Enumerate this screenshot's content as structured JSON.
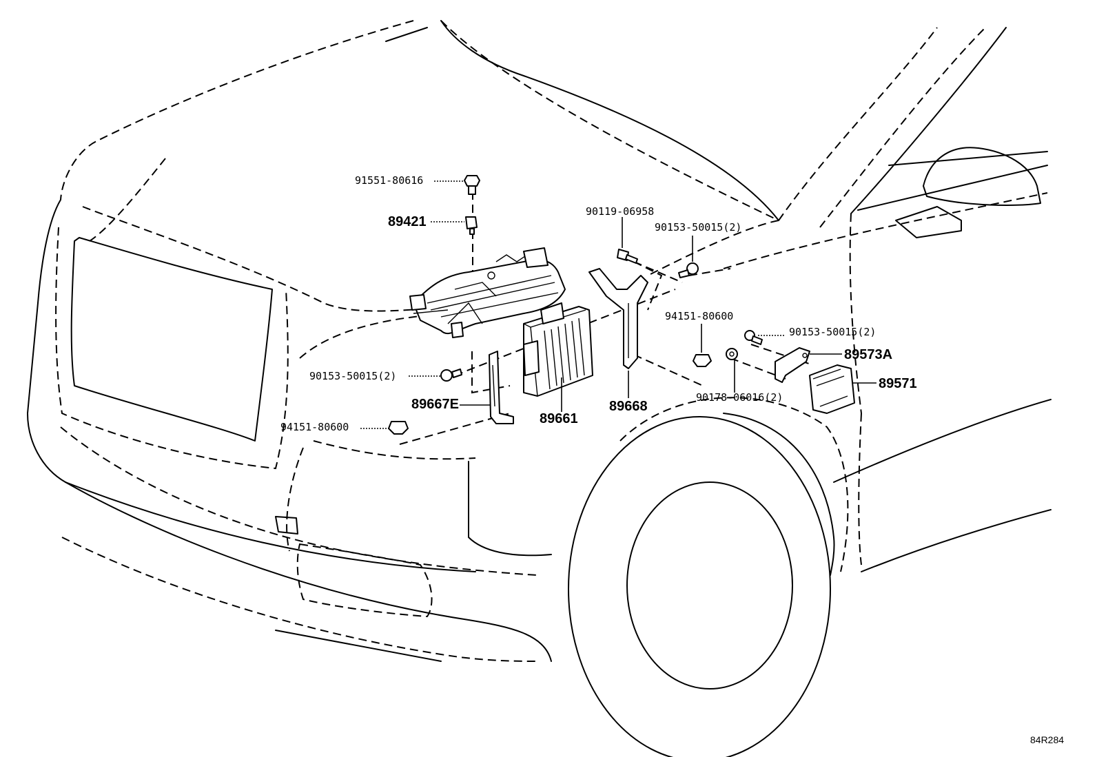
{
  "diagram_code": "84R284",
  "labels": {
    "p91551_80616": "91551-80616",
    "p89421": "89421",
    "p90119_06958": "90119-06958",
    "p90153_50015_top": "90153-50015(2)",
    "p94151_80600_right": "94151-80600",
    "p90153_50015_right": "90153-50015(2)",
    "p89573A": "89573A",
    "p89571": "89571",
    "p90178_06016": "90178-06016(2)",
    "p89668": "89668",
    "p89661": "89661",
    "p89667E": "89667E",
    "p90153_50015_left": "90153-50015(2)",
    "p94151_80600_left": "94151-80600"
  }
}
